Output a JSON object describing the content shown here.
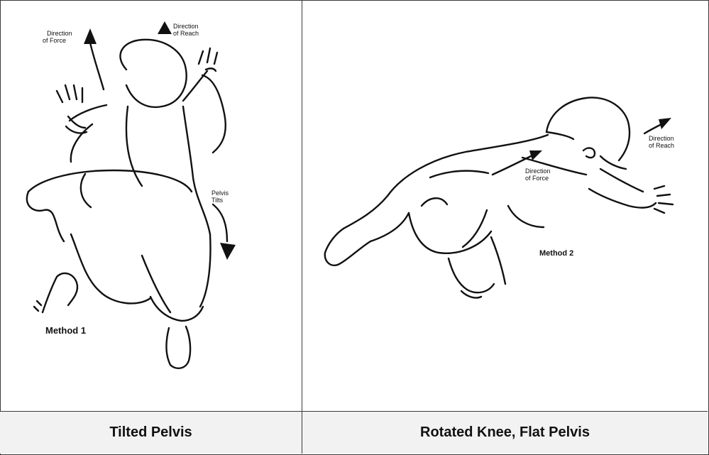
{
  "left_panel": {
    "force_label_1": "Direction",
    "force_label_2": "of Force",
    "reach_label_1": "Direction",
    "reach_label_2": "of Reach",
    "pelvis_label_1": "Pelvis",
    "pelvis_label_2": "Tilts",
    "method_label": "Method 1",
    "caption": "Tilted Pelvis"
  },
  "right_panel": {
    "reach_label_1": "Direction",
    "reach_label_2": "of Reach",
    "force_label_1": "Direction",
    "force_label_2": "of Force",
    "method_label": "Method 2",
    "caption": "Rotated Knee, Flat Pelvis"
  },
  "colors": {
    "line": "#111111",
    "caption_bg": "#f2f2f2",
    "border": "#3a3a3a"
  }
}
